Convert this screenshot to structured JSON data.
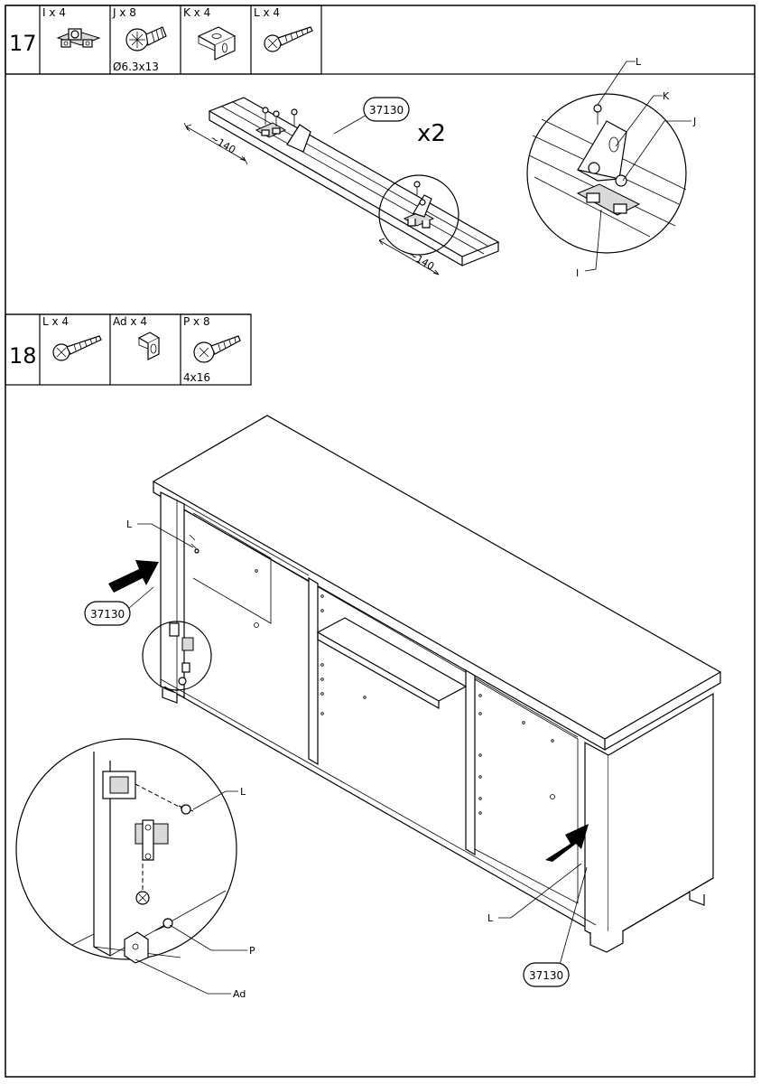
{
  "steps": [
    {
      "number": "17",
      "parts": [
        {
          "header": "I x 4",
          "icon": "connector-fitting-icon"
        },
        {
          "header": "J x 8",
          "caption": "Ø6.3x13",
          "icon": "flat-head-screw-icon"
        },
        {
          "header": "K x 4",
          "icon": "angle-bracket-icon"
        },
        {
          "header": "L x 4",
          "icon": "wood-screw-icon"
        }
      ],
      "assembly": {
        "part_code": "37130",
        "multiplier": "x2",
        "dimension": "~140"
      },
      "detail_labels": {
        "l": "L",
        "k": "K",
        "j": "J",
        "i": "I"
      }
    },
    {
      "number": "18",
      "parts": [
        {
          "header": "L x 4",
          "icon": "wood-screw-icon"
        },
        {
          "header": "Ad x 4",
          "icon": "angle-bracket-small-icon"
        },
        {
          "header": "P x 8",
          "caption": "4x16",
          "icon": "screw-icon"
        }
      ],
      "assembly": {
        "part_code": "37130"
      },
      "detail_labels": {
        "l": "L",
        "p": "P",
        "ad": "Ad"
      }
    }
  ]
}
